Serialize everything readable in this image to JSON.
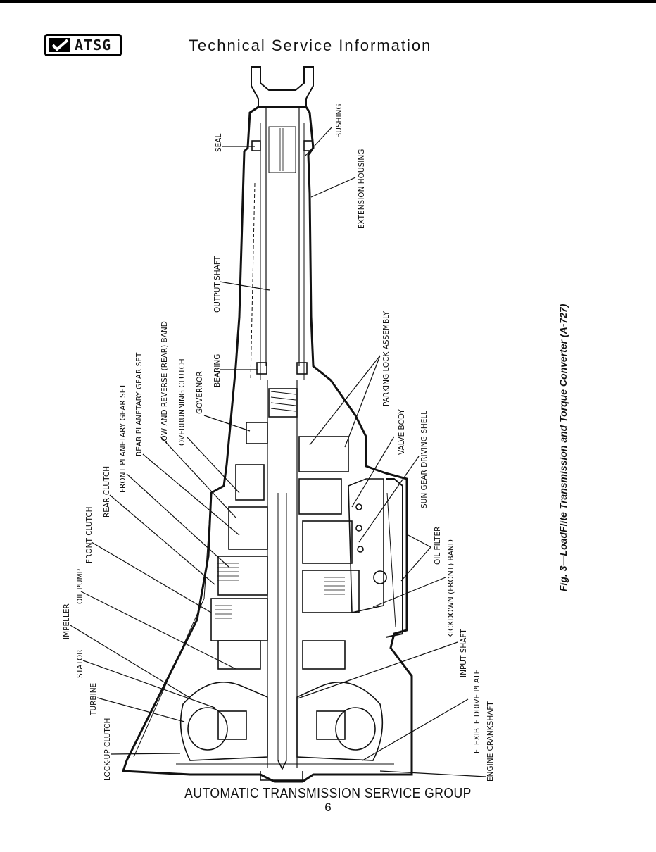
{
  "header": {
    "logo_text": "ATSG",
    "title": "Technical Service Information"
  },
  "figure": {
    "caption": "Fig. 3—LoadFlite Transmission and Torque Converter (A-727)",
    "labels": {
      "seal": "SEAL",
      "bushing": "BUSHING",
      "extension_housing": "EXTENSION HOUSING",
      "output_shaft": "OUTPUT SHAFT",
      "bearing": "BEARING",
      "governor": "GOVERNOR",
      "overrunning_clutch": "OVERRUNNING CLUTCH",
      "low_reverse_band": "LOW AND REVERSE (REAR) BAND",
      "rear_planetary": "REAR PLANETARY GEAR SET",
      "front_planetary": "FRONT PLANETARY GEAR SET",
      "rear_clutch": "REAR CLUTCH",
      "front_clutch": "FRONT CLUTCH",
      "oil_pump": "OIL PUMP",
      "impeller": "IMPELLER",
      "stator": "STATOR",
      "turbine": "TURBINE",
      "lockup_clutch": "LOCK-UP CLUTCH",
      "parking_lock": "PARKING LOCK ASSEMBLY",
      "valve_body": "VALVE BODY",
      "sun_gear_shell": "SUN GEAR DRIVING SHELL",
      "oil_filter": "OIL FILTER",
      "kickdown_band": "KICKDOWN (FRONT) BAND",
      "input_shaft": "INPUT SHAFT",
      "flex_plate": "FLEXIBLE DRIVE PLATE",
      "engine_crankshaft": "ENGINE CRANKSHAFT"
    }
  },
  "footer": {
    "org": "AUTOMATIC TRANSMISSION SERVICE GROUP",
    "page": "6"
  }
}
